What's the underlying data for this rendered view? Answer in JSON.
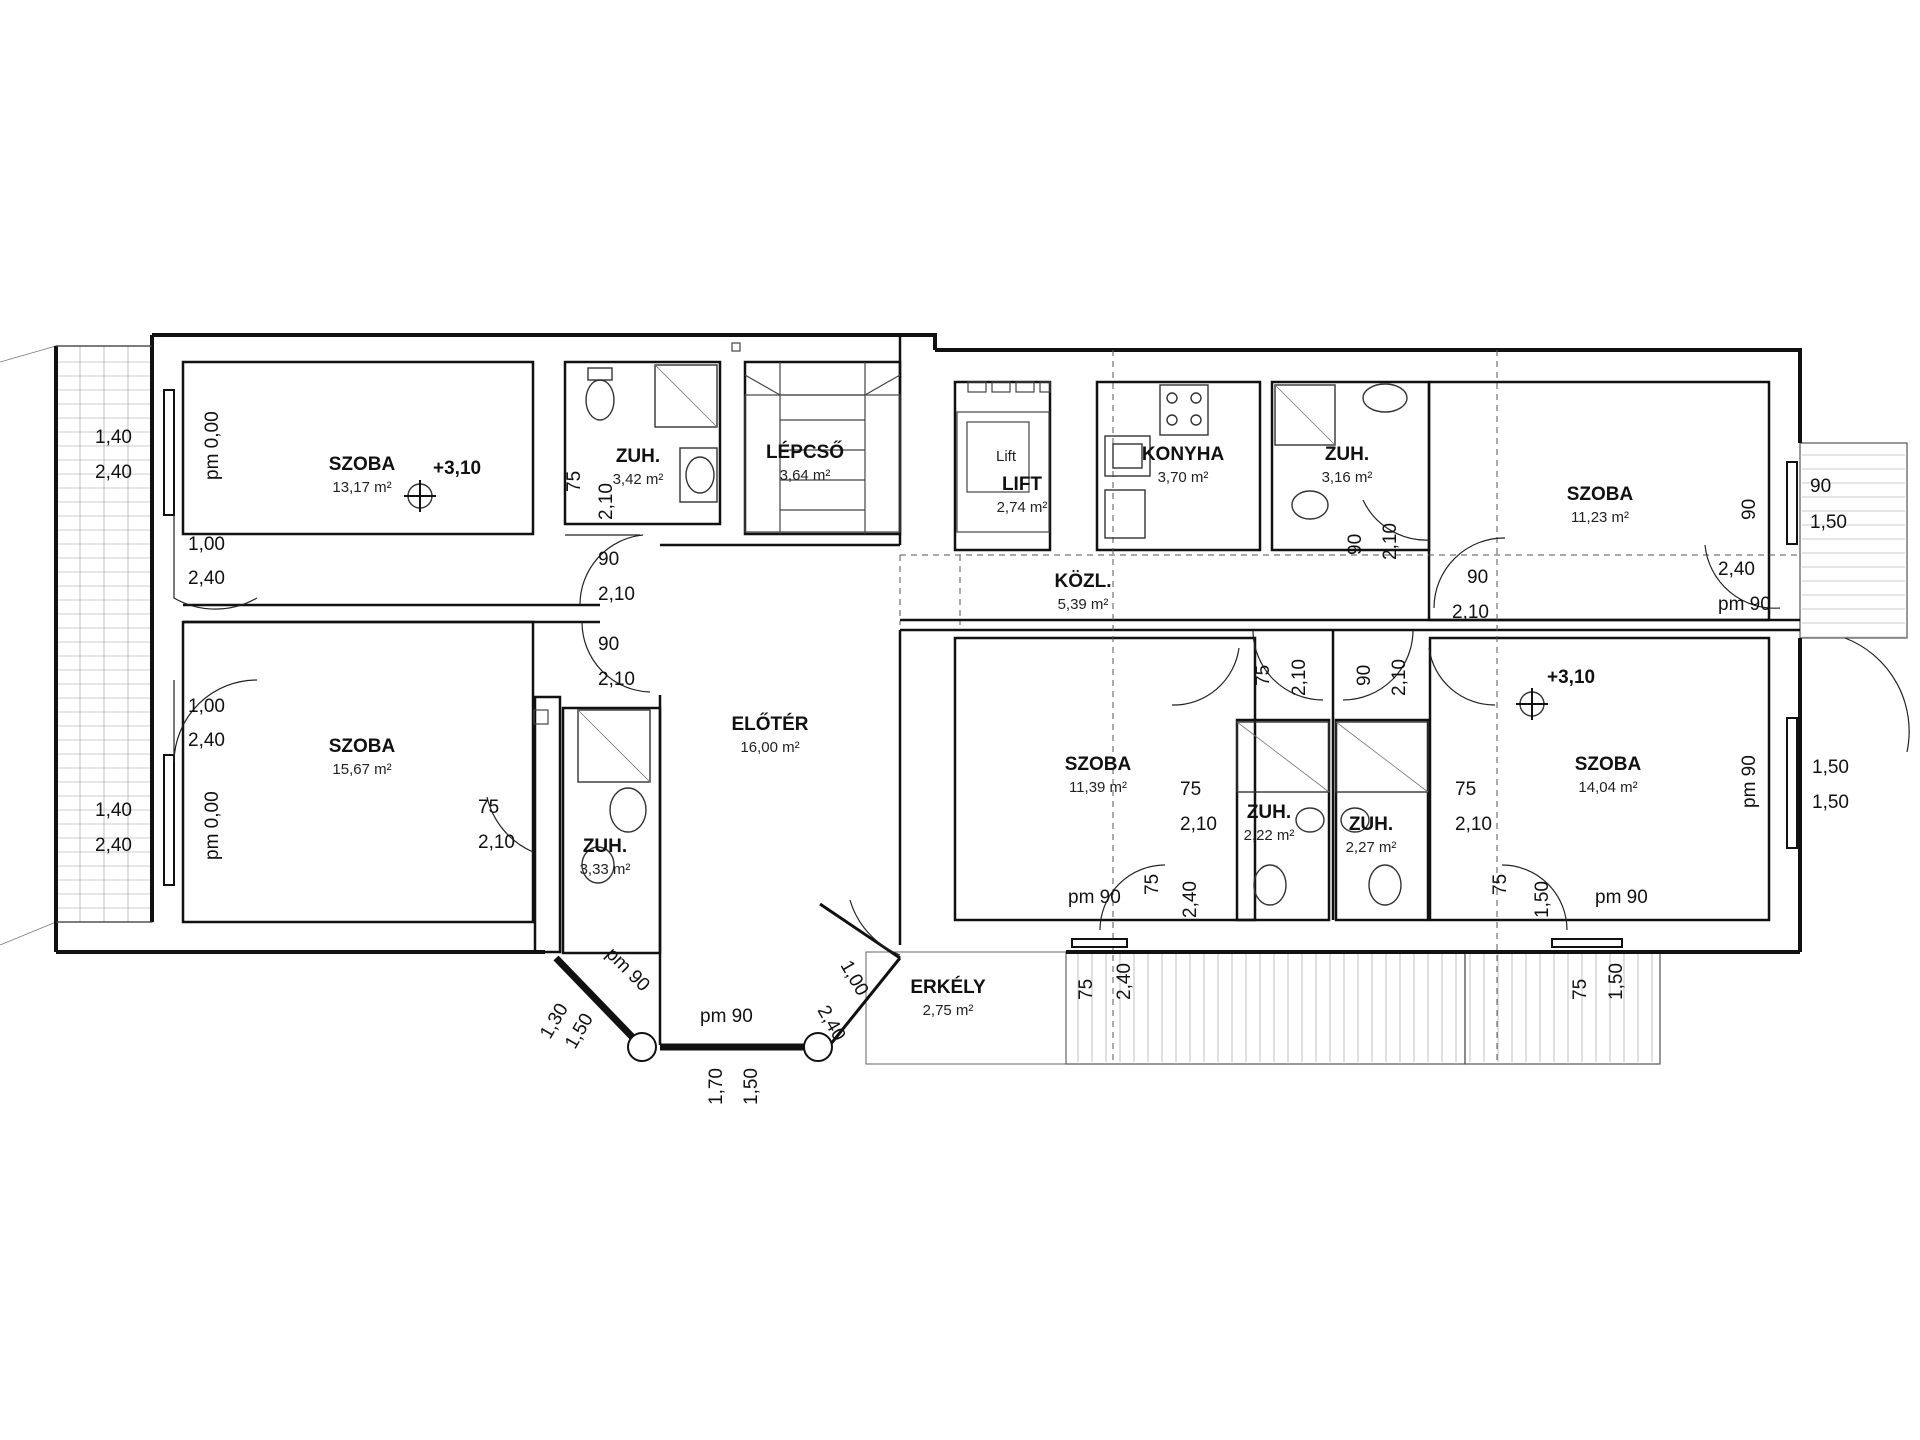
{
  "rooms": [
    {
      "id": "szoba1",
      "name": "SZOBA",
      "area": "13,17 m²"
    },
    {
      "id": "zuh1",
      "name": "ZUH.",
      "area": "3,42 m²"
    },
    {
      "id": "lepcso",
      "name": "LÉPCSŐ",
      "area": "3,64 m²"
    },
    {
      "id": "lift",
      "name": "LIFT",
      "area": "2,74 m²"
    },
    {
      "id": "konyha",
      "name": "KONYHA",
      "area": "3,70 m²"
    },
    {
      "id": "zuh2",
      "name": "ZUH.",
      "area": "3,16 m²"
    },
    {
      "id": "szoba2",
      "name": "SZOBA",
      "area": "11,23 m²"
    },
    {
      "id": "kozl",
      "name": "KÖZL.",
      "area": "5,39 m²"
    },
    {
      "id": "szoba3",
      "name": "SZOBA",
      "area": "15,67 m²"
    },
    {
      "id": "eloter",
      "name": "ELŐTÉR",
      "area": "16,00 m²"
    },
    {
      "id": "zuh3",
      "name": "ZUH.",
      "area": "3,33 m²"
    },
    {
      "id": "szoba4",
      "name": "SZOBA",
      "area": "11,39 m²"
    },
    {
      "id": "zuh4",
      "name": "ZUH.",
      "area": "2,22 m²"
    },
    {
      "id": "zuh5",
      "name": "ZUH.",
      "area": "2,27 m²"
    },
    {
      "id": "szoba5",
      "name": "SZOBA",
      "area": "14,04 m²"
    },
    {
      "id": "erkely",
      "name": "ERKÉLY",
      "area": "2,75 m²"
    }
  ],
  "levels": [
    "+3,10",
    "+3,10"
  ],
  "lift_symbol_label": "Lift",
  "dimension_labels": [
    "1,40",
    "2,40",
    "pm 0,00",
    "1,00",
    "2,40",
    "1,00",
    "2,40",
    "1,40",
    "2,40",
    "pm 0,00",
    "75",
    "2,10",
    "90",
    "2,10",
    "90",
    "2,10",
    "75",
    "2,10",
    "pm 90",
    "1,30",
    "1,50",
    "pm 90",
    "1,70",
    "1,50",
    "1,00",
    "2,40",
    "75",
    "2,10",
    "90",
    "2,10",
    "90",
    "2,40",
    "pm 90",
    "90",
    "1,50",
    "90",
    "2,10",
    "90",
    "2,10",
    "75",
    "2,10",
    "75",
    "2,10",
    "pm 90",
    "1,50",
    "1,50",
    "pm 90",
    "75",
    "2,40",
    "75",
    "1,50",
    "pm 90",
    "75",
    "2,40",
    "75",
    "1,50"
  ]
}
